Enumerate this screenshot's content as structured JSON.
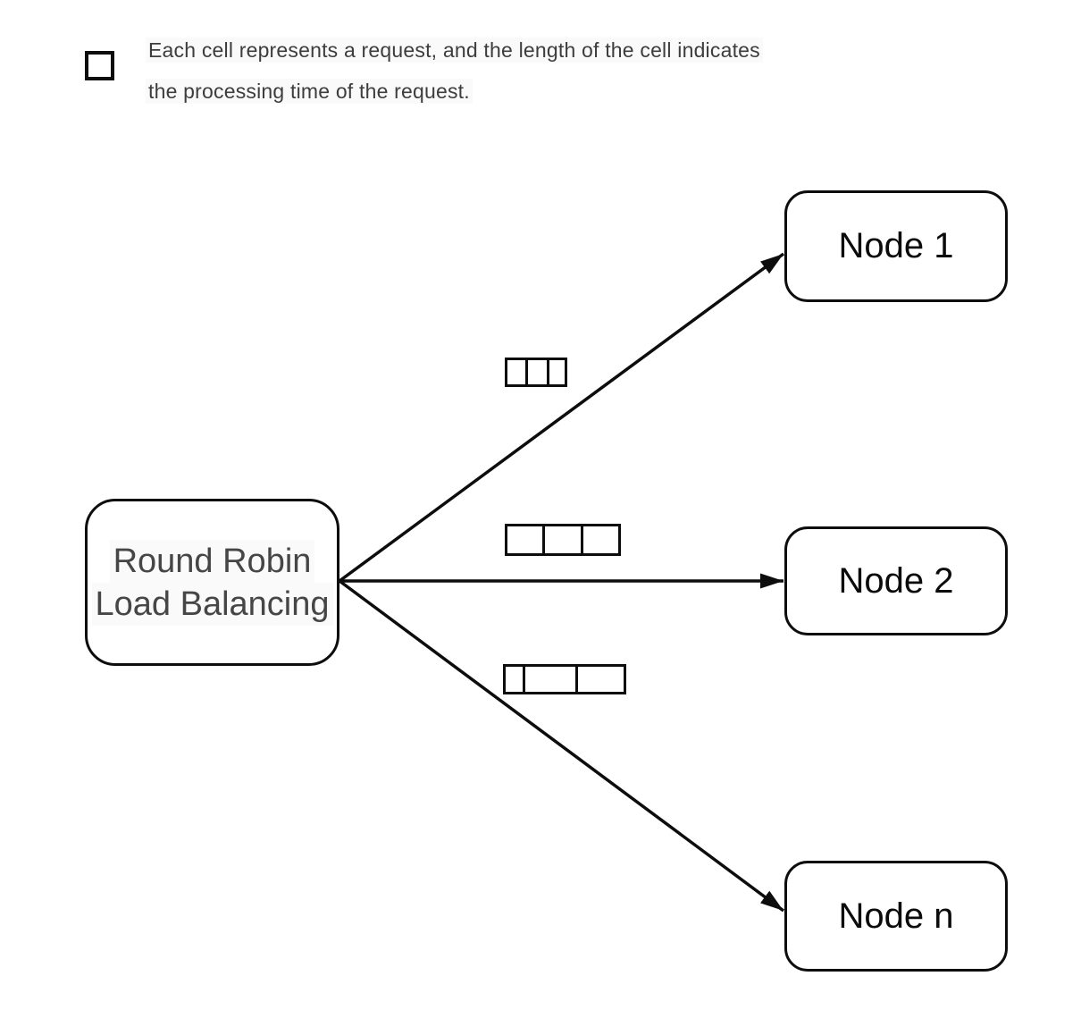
{
  "legend": {
    "icon": "cell-square",
    "lines": [
      "Each cell represents a request, and the length of the cell indicates",
      "the processing time of the request."
    ]
  },
  "balancer": {
    "lines": [
      "Round Robin",
      "Load Balancing"
    ]
  },
  "nodes": [
    {
      "label": "Node 1"
    },
    {
      "label": "Node 2"
    },
    {
      "label": "Node n"
    }
  ],
  "request_groups": [
    {
      "target": "Node 1",
      "cells": [
        20,
        21,
        17
      ]
    },
    {
      "target": "Node 2",
      "cells": [
        39,
        40,
        39
      ]
    },
    {
      "target": "Node n",
      "cells": [
        19,
        56,
        51
      ]
    }
  ],
  "colors": {
    "stroke": "#0d0d0d",
    "muted_text": "#3d3d3d",
    "node_text": "#0b0b0b",
    "background": "#ffffff"
  }
}
